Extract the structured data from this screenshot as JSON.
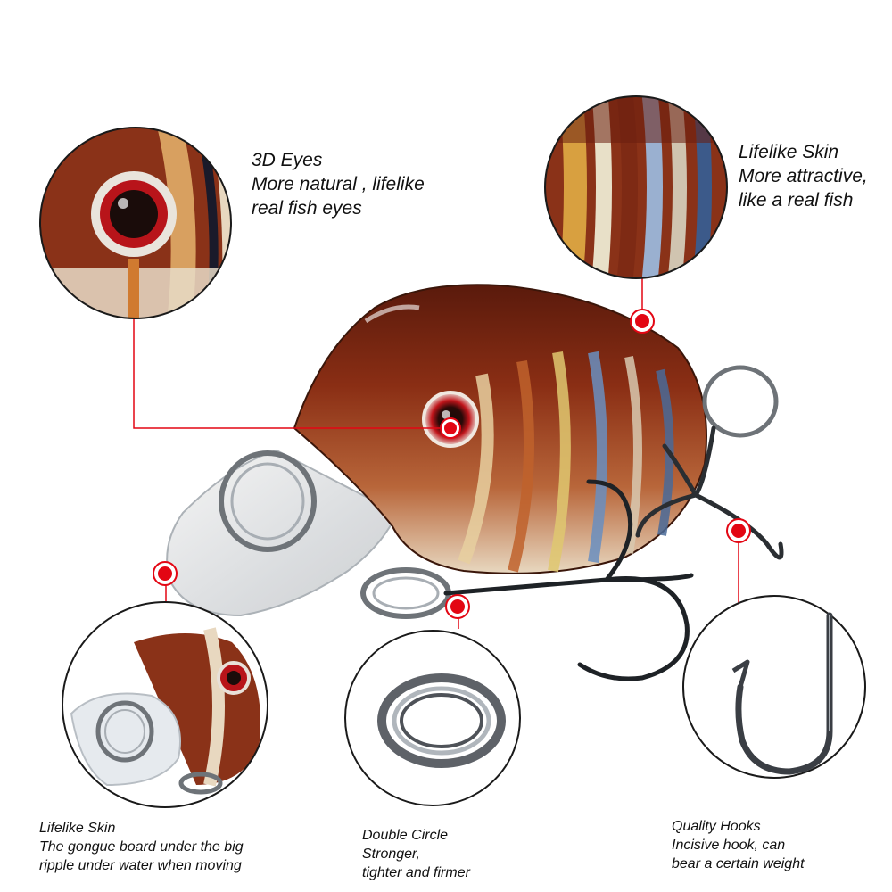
{
  "image": {
    "subject": "fishing-crankbait-lure",
    "accent_color": "#e30613",
    "lure_colors": [
      "#7a2412",
      "#c0622c",
      "#e9d9b4",
      "#5a7fb0",
      "#2e1a12"
    ]
  },
  "callouts": {
    "eyes": {
      "title": "3D Eyes",
      "line1": "More natural , lifelike",
      "line2": "real fish eyes"
    },
    "skin_top": {
      "title": "Lifelike Skin",
      "line1": "More attractive,",
      "line2": "like a real fish"
    },
    "skin_bottom": {
      "title": "Lifelike Skin",
      "line1": "The gongue board under the big",
      "line2": "ripple under water when moving"
    },
    "ring": {
      "title": "Double Circle",
      "line1": "Stronger,",
      "line2": "tighter and firmer"
    },
    "hooks": {
      "title": "Quality Hooks",
      "line1": "Incisive hook,  can",
      "line2": "bear a certain weight"
    }
  }
}
